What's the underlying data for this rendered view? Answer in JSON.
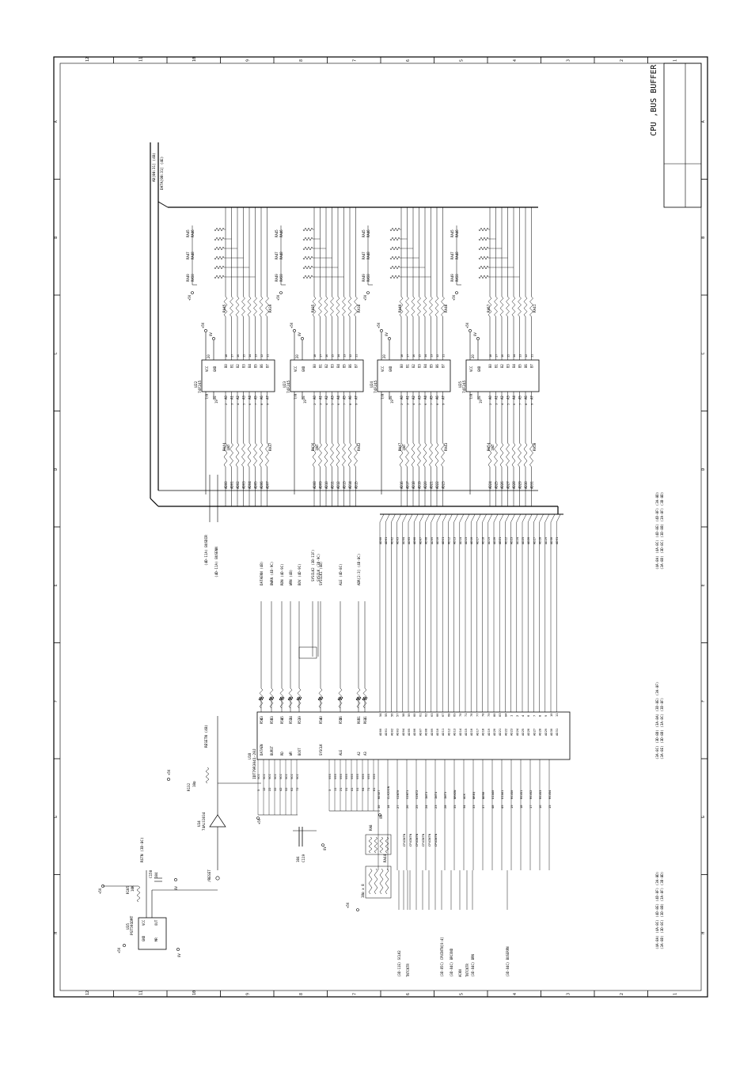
{
  "title_block": {
    "title": "CPU ,BUS BUFFER"
  },
  "border": {
    "columns": [
      "A",
      "B",
      "C",
      "D",
      "E",
      "F",
      "G",
      "H"
    ],
    "rows": [
      "12",
      "11",
      "10",
      "9",
      "8",
      "7",
      "6",
      "5",
      "4",
      "3",
      "2",
      "1"
    ]
  },
  "buses": {
    "ad_bus": "AD[00:31] (4B)",
    "data_bus": "DATA[00:31] (4E)"
  },
  "transceivers": [
    {
      "ref": "U22",
      "part": "74F245",
      "a_pins": [
        "A0",
        "A1",
        "A2",
        "A3",
        "A4",
        "A5",
        "A6",
        "A7"
      ],
      "b_pins": [
        "B0",
        "B1",
        "B2",
        "B3",
        "B4",
        "B5",
        "B6",
        "B7"
      ],
      "ctrl": [
        "T/R",
        "OE"
      ],
      "pwr": [
        "VCC",
        "GND"
      ],
      "pn_a": [
        "2",
        "3",
        "4",
        "5",
        "6",
        "7",
        "8",
        "9"
      ],
      "pn_b": [
        "18",
        "17",
        "16",
        "15",
        "14",
        "13",
        "12",
        "11"
      ],
      "pn_ctrl": [
        "1",
        "19"
      ],
      "pn_pwr": [
        "20",
        "10"
      ],
      "in_pack": "RA44",
      "in_pack2": "RA37",
      "out_pack": "RA45",
      "out_pack2": "RA39",
      "pack_val": "10Ω",
      "addr": [
        "AD00",
        "AD01",
        "AD02",
        "AD03",
        "AD04",
        "AD05",
        "AD06",
        "AD07"
      ]
    },
    {
      "ref": "U23",
      "part": "74F245",
      "a_pins": [
        "A0",
        "A1",
        "A2",
        "A3",
        "A4",
        "A5",
        "A6",
        "A7"
      ],
      "b_pins": [
        "B0",
        "B1",
        "B2",
        "B3",
        "B4",
        "B5",
        "B6",
        "B7"
      ],
      "ctrl": [
        "T/R",
        "OE"
      ],
      "pwr": [
        "VCC",
        "GND"
      ],
      "pn_a": [
        "2",
        "3",
        "4",
        "5",
        "6",
        "7",
        "8",
        "9"
      ],
      "pn_b": [
        "18",
        "17",
        "16",
        "15",
        "14",
        "13",
        "12",
        "11"
      ],
      "pn_ctrl": [
        "1",
        "19"
      ],
      "pn_pwr": [
        "20",
        "10"
      ],
      "in_pack": "RA36",
      "in_pack2": "RA42",
      "out_pack": "RA35",
      "out_pack2": "RA38",
      "pack_val": "10Ω",
      "addr": [
        "AD08",
        "AD09",
        "AD10",
        "AD11",
        "AD12",
        "AD13",
        "AD14",
        "AD15"
      ]
    },
    {
      "ref": "U24",
      "part": "74F245",
      "a_pins": [
        "A0",
        "A1",
        "A2",
        "A3",
        "A4",
        "A5",
        "A6",
        "A7"
      ],
      "b_pins": [
        "B0",
        "B1",
        "B2",
        "B3",
        "B4",
        "B5",
        "B6",
        "B7"
      ],
      "ctrl": [
        "T/R",
        "OE"
      ],
      "pwr": [
        "VCC",
        "GND"
      ],
      "pn_a": [
        "2",
        "3",
        "4",
        "5",
        "6",
        "7",
        "8",
        "9"
      ],
      "pn_b": [
        "18",
        "17",
        "16",
        "15",
        "14",
        "13",
        "12",
        "11"
      ],
      "pn_ctrl": [
        "1",
        "19"
      ],
      "pn_pwr": [
        "20",
        "10"
      ],
      "in_pack": "RA47",
      "in_pack2": "RA43",
      "out_pack": "RA49",
      "out_pack2": "RA40",
      "pack_val": "10Ω",
      "addr": [
        "AD16",
        "AD17",
        "AD18",
        "AD19",
        "AD20",
        "AD21",
        "AD22",
        "AD23"
      ]
    },
    {
      "ref": "U25",
      "part": "74F245",
      "a_pins": [
        "A0",
        "A1",
        "A2",
        "A3",
        "A4",
        "A5",
        "A6",
        "A7"
      ],
      "b_pins": [
        "B0",
        "B1",
        "B2",
        "B3",
        "B4",
        "B5",
        "B6",
        "B7"
      ],
      "ctrl": [
        "T/R",
        "OE"
      ],
      "pwr": [
        "VCC",
        "GND"
      ],
      "pn_a": [
        "2",
        "3",
        "4",
        "5",
        "6",
        "7",
        "8",
        "9"
      ],
      "pn_b": [
        "18",
        "17",
        "16",
        "15",
        "14",
        "13",
        "12",
        "11"
      ],
      "pn_ctrl": [
        "1",
        "19"
      ],
      "pn_pwr": [
        "20",
        "10"
      ],
      "in_pack": "RA54",
      "in_pack2": "RA50",
      "out_pack": "RA57",
      "out_pack2": "RA41",
      "pack_val": "10Ω",
      "addr": [
        "AD24",
        "AD25",
        "AD26",
        "AD27",
        "AD28",
        "AD29",
        "AD30",
        "AD31"
      ]
    }
  ],
  "pullup_labels": [
    "RA45",
    "RA46",
    "RA47",
    "RA48",
    "RA49",
    "RA50"
  ],
  "rail_labels": {
    "v5": "+5V",
    "gnd": "0V"
  },
  "bus_ctrl": {
    "busdir": "(4D-11A) BUSDIR",
    "busenn": "(4D-11A) BUSENN"
  },
  "cpu": {
    "ref": "U18",
    "part": "IDT79R3041-20J",
    "top_pins": [
      {
        "num": "43",
        "name": "DATAEN",
        "res": "R56",
        "net": "DATAENN (4B)"
      },
      {
        "num": "53",
        "name": "BURST",
        "res": "R58",
        "net": "BWRN (4D-9C)"
      },
      {
        "num": "45",
        "name": "RD",
        "res": "R59",
        "net": "RDN (4D-9C)"
      },
      {
        "num": "44",
        "name": "WR",
        "res": "R57",
        "net": "WRN (4B)"
      },
      {
        "num": "39",
        "name": "BOOT",
        "res": "R53",
        "net": "BOV (4D-9C)"
      },
      {
        "num": "40",
        "name": "SYSCLK",
        "res": "R54",
        "net": "SYSCLK1 (4B)"
      },
      {
        "num": "46",
        "name": "ALE",
        "res": "R55",
        "net": "ALE (4D-8C)"
      },
      {
        "num": "51",
        "name": "A2",
        "res": "R60",
        "net": "ADR[2:3] (4D-8C)"
      },
      {
        "num": "41",
        "name": "A3",
        "res": "R61",
        "net": ""
      }
    ],
    "sysclk_nets": [
      "SYSCLK2 (3B-11F)",
      "SYSCLK (3D-9C)"
    ],
    "vcc_pins": [
      "5",
      "12",
      "22",
      "32",
      "42",
      "52",
      "62",
      "72"
    ],
    "vss_pins": [
      "3",
      "11",
      "21",
      "31",
      "41",
      "51",
      "64",
      "71",
      "81"
    ],
    "ad_pins": [
      {
        "num": "54",
        "name": "AD00"
      },
      {
        "num": "55",
        "name": "AD01"
      },
      {
        "num": "56",
        "name": "AD02"
      },
      {
        "num": "57",
        "name": "AD03"
      },
      {
        "num": "58",
        "name": "AD04"
      },
      {
        "num": "59",
        "name": "AD05"
      },
      {
        "num": "60",
        "name": "AD06"
      },
      {
        "num": "61",
        "name": "AD07"
      },
      {
        "num": "62",
        "name": "AD08"
      },
      {
        "num": "63",
        "name": "AD09"
      },
      {
        "num": "66",
        "name": "AD10"
      },
      {
        "num": "67",
        "name": "AD11"
      },
      {
        "num": "68",
        "name": "AD12"
      },
      {
        "num": "69",
        "name": "AD13"
      },
      {
        "num": "70",
        "name": "AD14"
      },
      {
        "num": "71",
        "name": "AD15"
      },
      {
        "num": "76",
        "name": "AD16"
      },
      {
        "num": "77",
        "name": "AD17"
      },
      {
        "num": "78",
        "name": "AD18"
      },
      {
        "num": "79",
        "name": "AD19"
      },
      {
        "num": "80",
        "name": "AD20"
      },
      {
        "num": "83",
        "name": "AD21"
      },
      {
        "num": "84",
        "name": "AD22"
      },
      {
        "num": "1",
        "name": "AD23"
      },
      {
        "num": "2",
        "name": "AD24"
      },
      {
        "num": "4",
        "name": "AD25"
      },
      {
        "num": "6",
        "name": "AD26"
      },
      {
        "num": "7",
        "name": "AD27"
      },
      {
        "num": "8",
        "name": "AD28"
      },
      {
        "num": "9",
        "name": "AD29"
      },
      {
        "num": "10",
        "name": "AD30"
      },
      {
        "num": "11",
        "name": "AD31"
      }
    ],
    "ctrl_pins": [
      {
        "num": "30",
        "name": "RESET"
      },
      {
        "num": "14",
        "name": "CLK2XIN"
      },
      {
        "num": "27",
        "name": "SINT0"
      },
      {
        "num": "26",
        "name": "SINT1"
      },
      {
        "num": "25",
        "name": "SINT2"
      },
      {
        "num": "24",
        "name": "INT3"
      },
      {
        "num": "23",
        "name": "INT4"
      },
      {
        "num": "28",
        "name": "INT5"
      },
      {
        "num": "35",
        "name": "BRKEN"
      },
      {
        "num": "34",
        "name": "ACK"
      },
      {
        "num": "33",
        "name": "BREQ"
      },
      {
        "num": "37",
        "name": "BERR"
      },
      {
        "num": "48",
        "name": "DIAG0"
      },
      {
        "num": "49",
        "name": "DIAG1"
      },
      {
        "num": "19",
        "name": "RSVD0"
      },
      {
        "num": "18",
        "name": "RSVD1"
      },
      {
        "num": "17",
        "name": "RSVD2"
      },
      {
        "num": "16",
        "name": "RSVD3"
      },
      {
        "num": "15",
        "name": "RSVD4"
      }
    ]
  },
  "cpuintn": [
    "CPUINTN",
    "CPUINTN",
    "CPUINTN",
    "CPUINTN",
    "CPUINTN",
    "CPUINTN"
  ],
  "cpu_nets": [
    "(3D-11E) SCLK2",
    "TNTCNTR",
    "(3D-85C) CPUINTN[0:4]",
    "(3D-84C) BRCOND",
    "ACKN",
    "TNTCNTR",
    "(3D-84C) BRN",
    "(3D-84C) BUSERRN"
  ],
  "reset": {
    "supervisor_ref": "U35",
    "supervisor_part": "PST591DMT",
    "inv_ref": "U34",
    "inv_part": "74ALS1034",
    "res1": "R105",
    "res1_val": "10K",
    "res2": "R132",
    "res2_val": "10Ω",
    "cap": "C150",
    "cap_val": "104",
    "rstn": "RSTN (3D-8C)",
    "resetn": "RESETN (4B)",
    "preset": "/RESET",
    "sup_pins": [
      "VCC",
      "OUT",
      "GND",
      "MR"
    ],
    "cap2": "C119",
    "cap2_val": "104"
  },
  "pullups_cpu": {
    "label": "RA8",
    "val": "10Ω x 8",
    "label2": "RA44"
  },
  "sheet_refs": [
    "(4A-8A) (4A-8C) (4D-8E) (4D-8F) (3A-8D)",
    "(3A-8D) (3D-8C) (3D-8B) (3A-8F) (3D-8D)",
    "(3A-8C) (3D-8D) (3A-8A) (3D-8E) (3A-8F)",
    "(3A-8E) (3D-8D) (3A-8C) (3D-8F)"
  ]
}
